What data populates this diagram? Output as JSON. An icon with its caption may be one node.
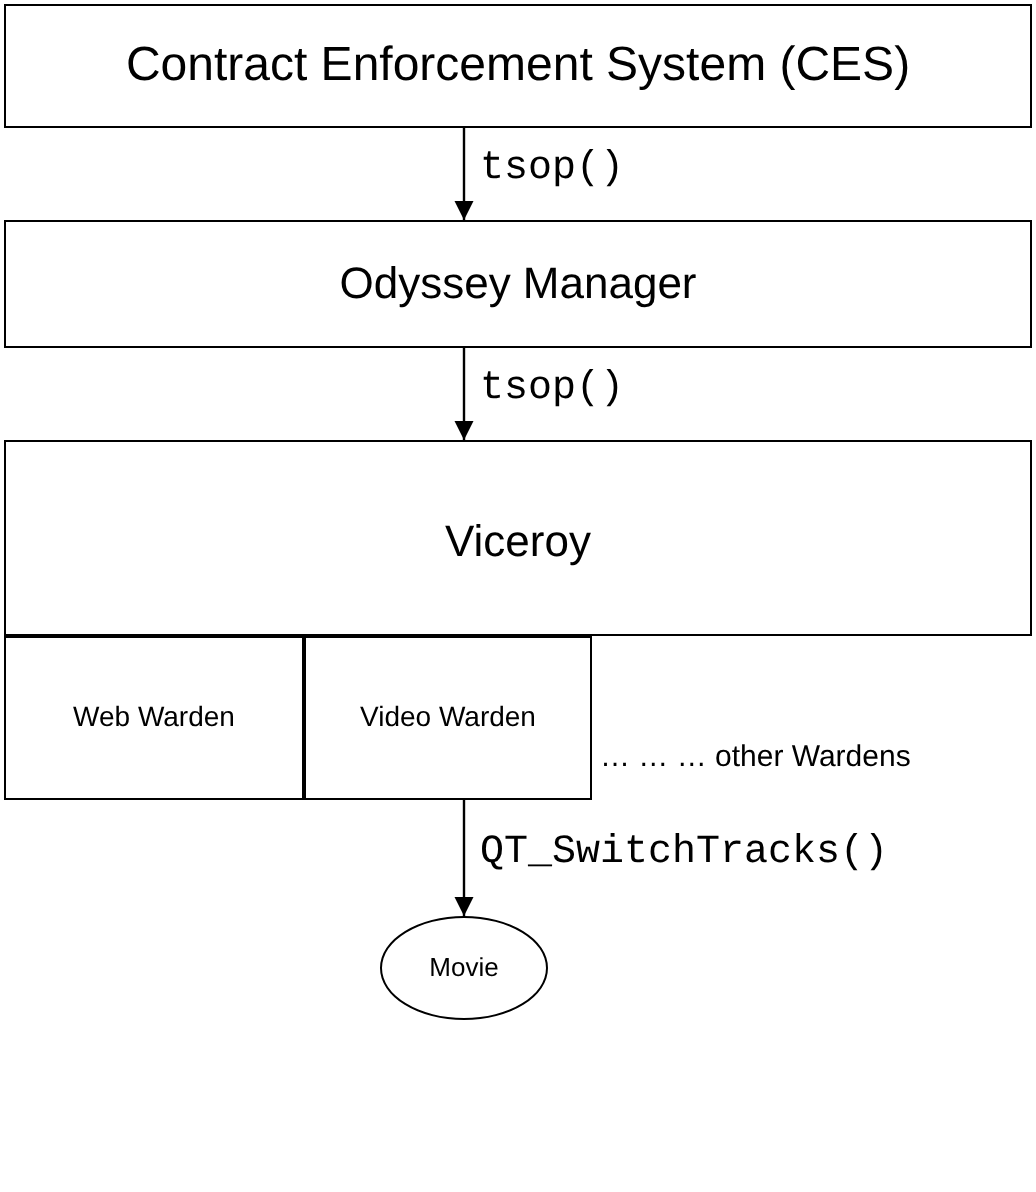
{
  "diagram": {
    "nodes": [
      {
        "text": [
          "Contract Enforcement System (CES)"
        ]
      },
      {
        "text": [
          "Odyssey Manager"
        ]
      },
      {
        "text": [
          "Viceroy"
        ]
      },
      {
        "text": [
          "Web Warden"
        ]
      },
      {
        "text": [
          "Video Warden"
        ]
      },
      {
        "text": [
          "Movie"
        ]
      }
    ],
    "edges": [
      {
        "from": 0,
        "to": 1,
        "arrow": "to",
        "label": "tsop()"
      },
      {
        "from": 1,
        "to": 2,
        "arrow": "to",
        "label": "tsop()"
      },
      {
        "from": 4,
        "to": 5,
        "arrow": "to",
        "label": "QT_SwitchTracks()"
      }
    ],
    "labels": [
      "… … … other Wardens"
    ]
  }
}
